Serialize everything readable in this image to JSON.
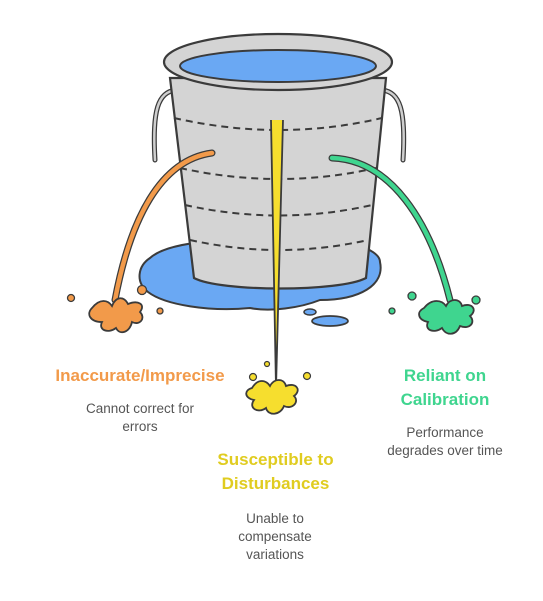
{
  "colors": {
    "orange": "#F29A4A",
    "yellow": "#F6DE2E",
    "green": "#3FD58F",
    "water": "#6AA8F3",
    "bucket": "#D4D4D4",
    "outline": "#3B3B3B"
  },
  "icons": [
    "bucket-icon",
    "water-puddle-icon",
    "paint-splash-icon"
  ],
  "items": [
    {
      "title": "Inaccurate/Imprecise",
      "description": "Cannot correct for\nerrors",
      "color_key": "orange"
    },
    {
      "title": "Susceptible to\nDisturbances",
      "description": "Unable to\ncompensate\nvariations",
      "color_key": "yellow"
    },
    {
      "title": "Reliant on\nCalibration",
      "description": "Performance\ndegrades over time",
      "color_key": "green"
    }
  ]
}
